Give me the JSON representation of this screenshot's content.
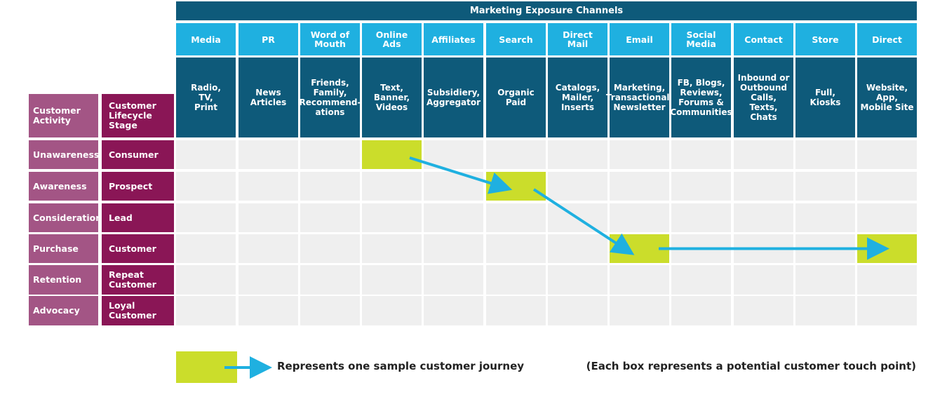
{
  "header": {
    "title": "Marketing Exposure Channels"
  },
  "row_header": {
    "activity": "Customer\nActivity",
    "stage": "Customer\nLifecycle\nStage"
  },
  "channels": [
    {
      "name": "Media",
      "examples": "Radio,\nTV,\nPrint"
    },
    {
      "name": "PR",
      "examples": "News\nArticles"
    },
    {
      "name": "Word of\nMouth",
      "examples": "Friends,\nFamily,\nRecommend-\nations"
    },
    {
      "name": "Online\nAds",
      "examples": "Text,\nBanner,\nVideos"
    },
    {
      "name": "Affiliates",
      "examples": "Subsidiery,\nAggregator"
    },
    {
      "name": "Search",
      "examples": "Organic\nPaid"
    },
    {
      "name": "Direct\nMail",
      "examples": "Catalogs,\nMailer,\nInserts"
    },
    {
      "name": "Email",
      "examples": "Marketing,\nTransactional,\nNewsletter"
    },
    {
      "name": "Social\nMedia",
      "examples": "FB, Blogs,\nReviews,\nForums &\nCommunities"
    },
    {
      "name": "Contact",
      "examples": "Inbound or\nOutbound\nCalls,\nTexts,\nChats"
    },
    {
      "name": "Store",
      "examples": "Full,\nKiosks"
    },
    {
      "name": "Direct",
      "examples": "Website,\nApp,\nMobile Site"
    }
  ],
  "stages": [
    {
      "activity": "Unawareness",
      "stage": "Consumer"
    },
    {
      "activity": "Awareness",
      "stage": "Prospect"
    },
    {
      "activity": "Consideration",
      "stage": "Lead"
    },
    {
      "activity": "Purchase",
      "stage": "Customer"
    },
    {
      "activity": "Retention",
      "stage": "Repeat\nCustomer"
    },
    {
      "activity": "Advocacy",
      "stage": "Loyal\nCustomer"
    }
  ],
  "journey": [
    {
      "stage": "Unawareness",
      "channel": "Online\nAds"
    },
    {
      "stage": "Awareness",
      "channel": "Search"
    },
    {
      "stage": "Purchase",
      "channel": "Email"
    },
    {
      "stage": "Purchase",
      "channel": "Direct"
    }
  ],
  "legend": {
    "journey_label": "Represents one sample customer journey",
    "note": "(Each box represents a potential customer touch point)"
  },
  "colors": {
    "dark_blue": "#0e5a7a",
    "light_blue": "#1fb0e0",
    "activity_purple": "#a35585",
    "stage_maroon": "#8a1656",
    "highlight_green": "#cbdd2b",
    "arrow_blue": "#1fb0e0",
    "empty_cell": "#efefef"
  }
}
